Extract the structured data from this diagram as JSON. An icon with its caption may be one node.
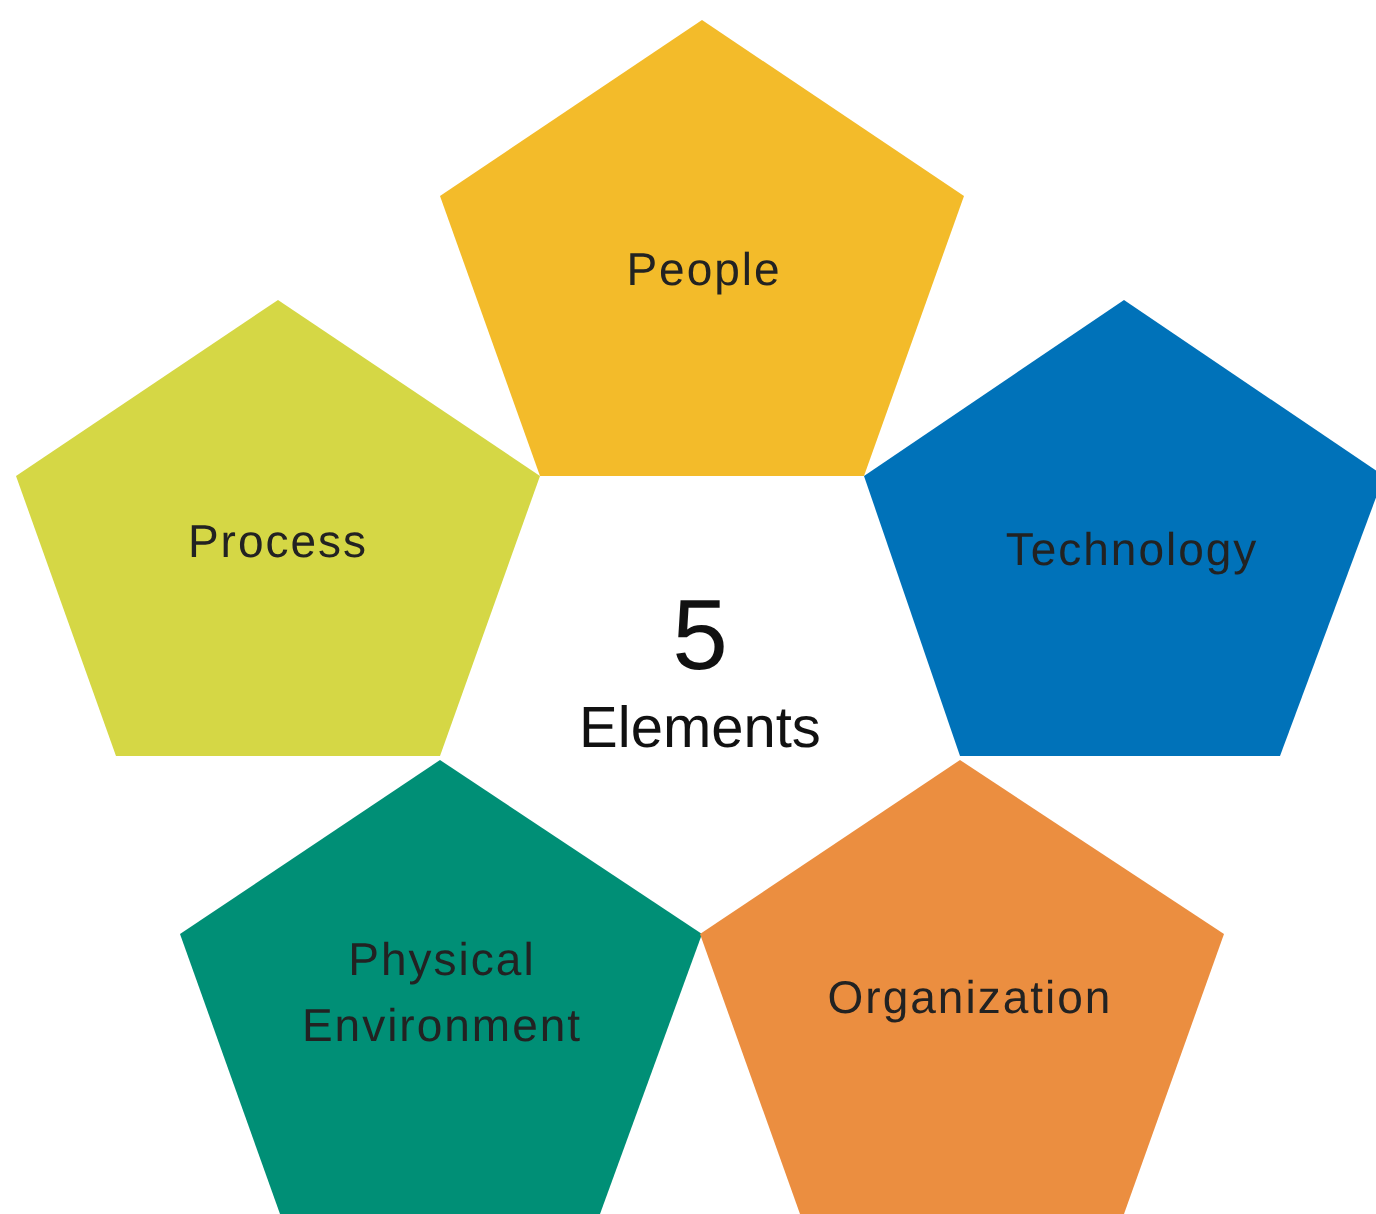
{
  "diagram": {
    "nodes": [
      {
        "text": [
          "People"
        ]
      },
      {
        "text": [
          "Technology"
        ]
      },
      {
        "text": [
          "Process"
        ]
      },
      {
        "text": [
          "Physical Environment"
        ]
      },
      {
        "text": [
          "Organization"
        ]
      }
    ],
    "labels": [
      "5 Elements"
    ]
  }
}
